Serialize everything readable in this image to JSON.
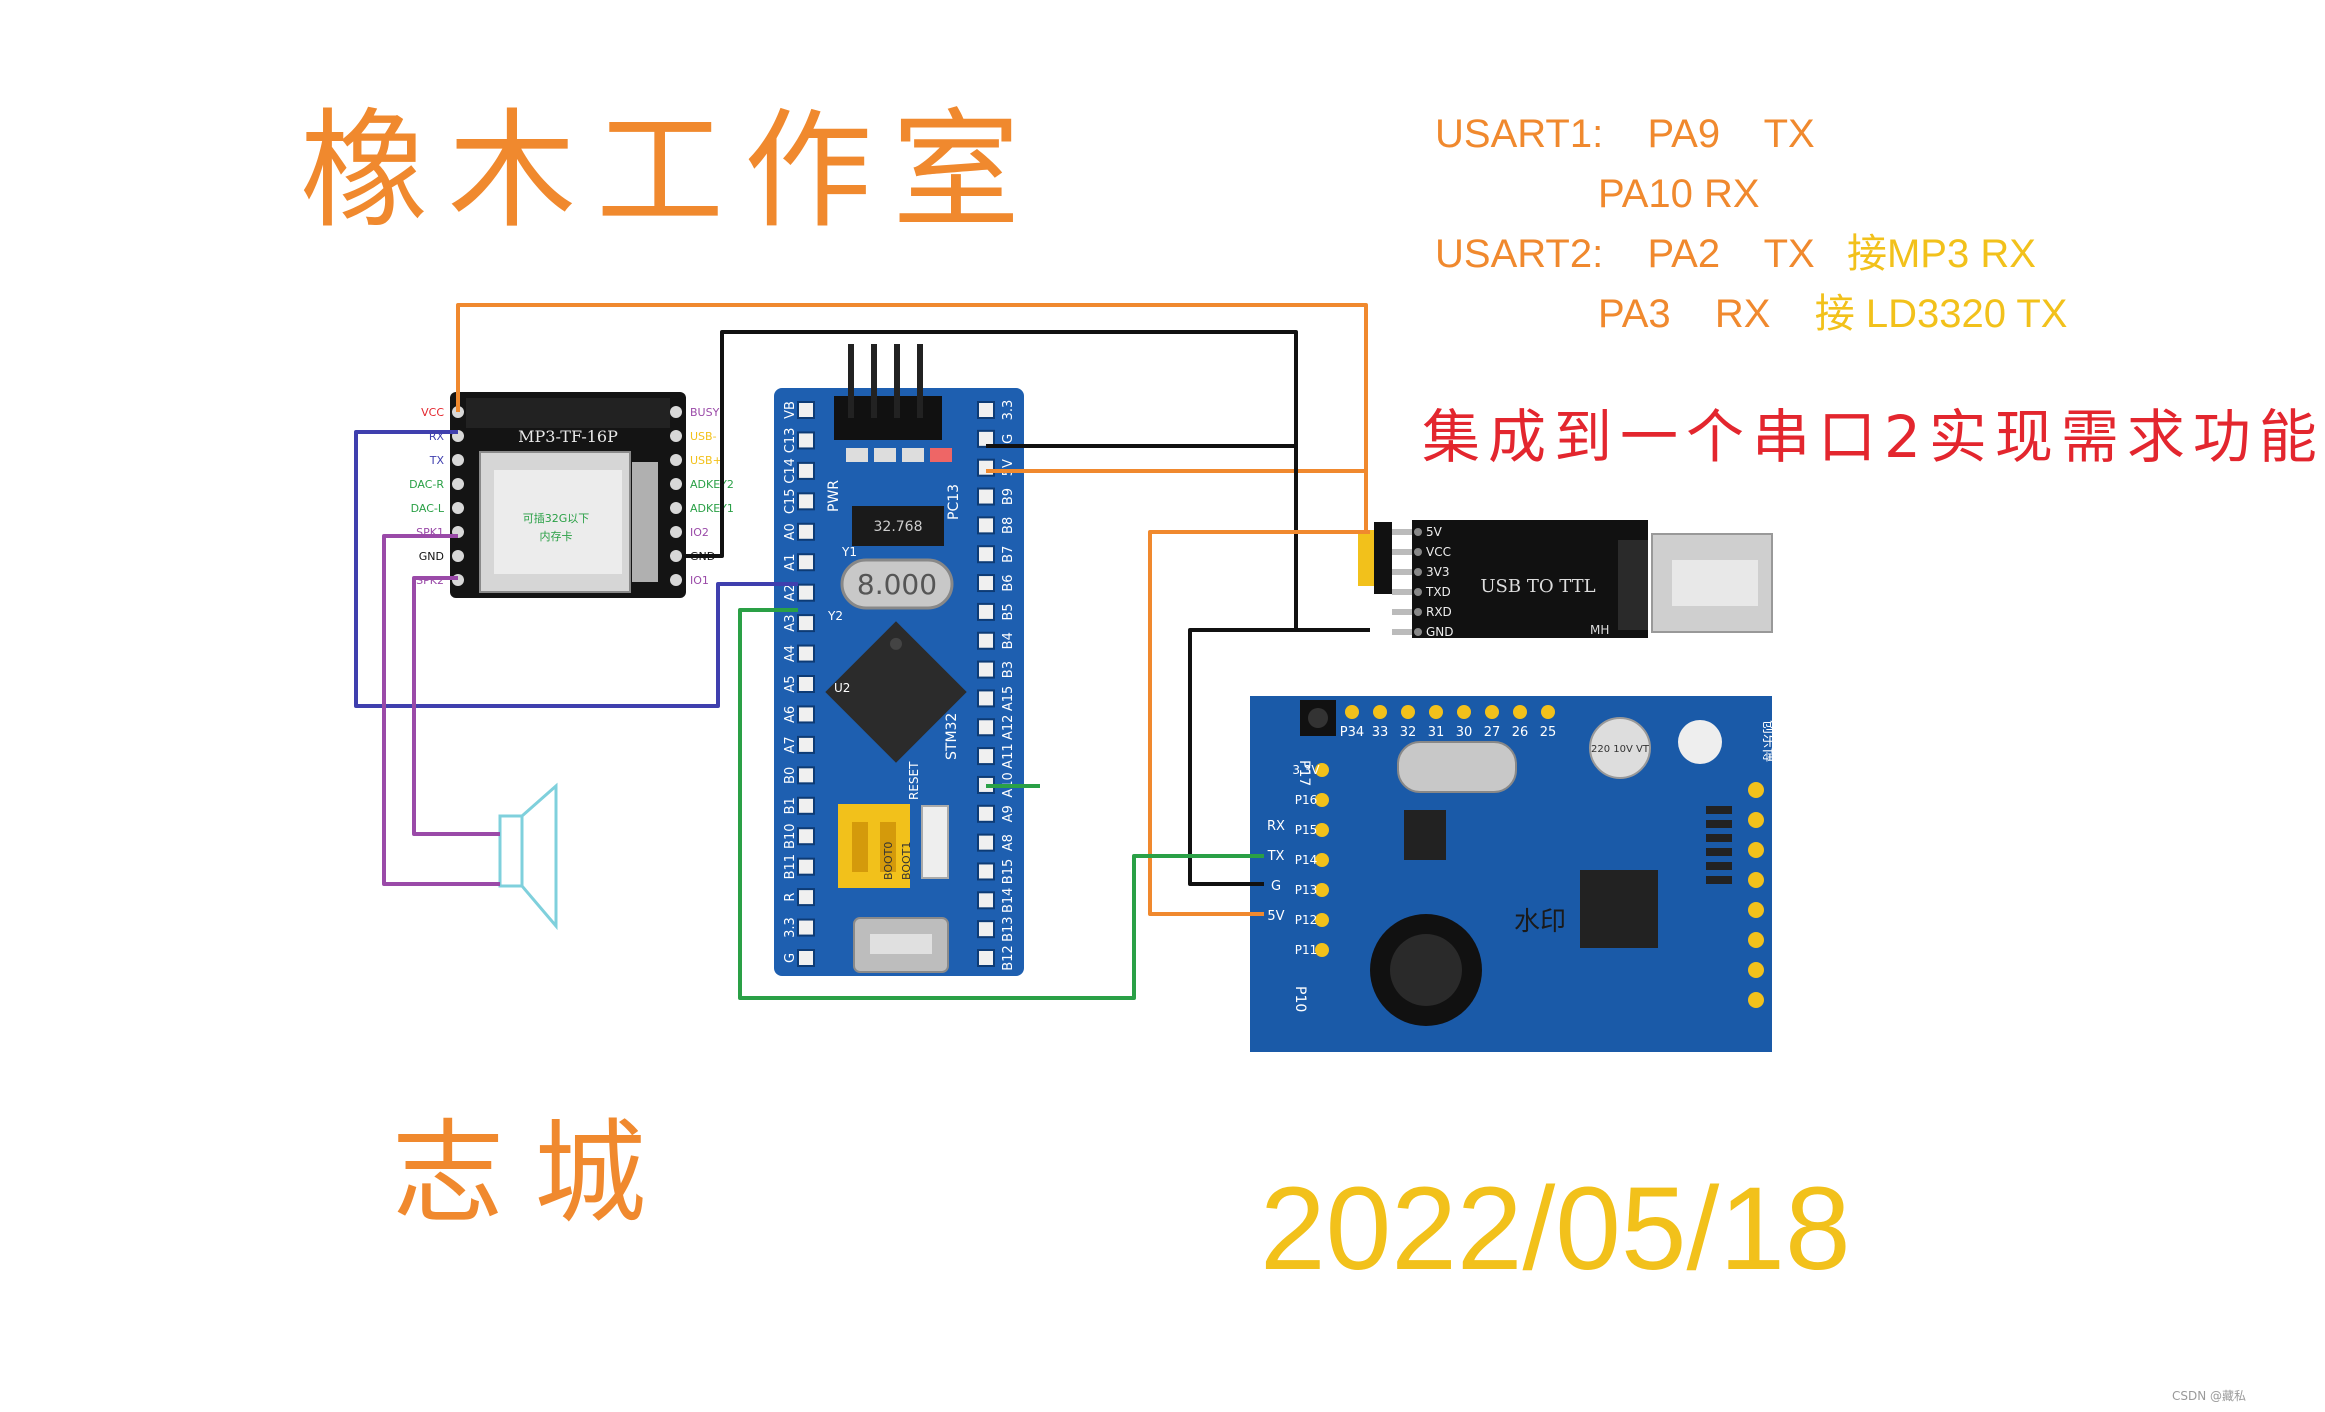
{
  "texts": {
    "studio": "橡木工作室",
    "author": "志城",
    "date": "2022/05/18",
    "serial_note": "集成到一个串口2实现需求功能",
    "watermark": "CSDN @藏私"
  },
  "usart": {
    "u1_name": "USART1:",
    "u1_tx_pin": "PA9",
    "u1_tx": "TX",
    "u1_rx_pin": "PA10",
    "u1_rx": "RX",
    "u2_name": "USART2:",
    "u2_tx_pin": "PA2",
    "u2_tx": "TX",
    "u2_tx_note": "接MP3 RX",
    "u2_rx_pin": "PA3",
    "u2_rx": "RX",
    "u2_rx_note": "接 LD3320 TX"
  },
  "mp3": {
    "title": "MP3-TF-16P",
    "card_text": "可插32G以下",
    "card_text2": "内存卡",
    "left_pins": [
      "VCC",
      "RX",
      "TX",
      "DAC-R",
      "DAC-L",
      "SPK1",
      "GND",
      "SPK2"
    ],
    "right_pins": [
      "BUSY",
      "USB-",
      "USB+",
      "ADKEY2",
      "ADKEY1",
      "IO2",
      "GND",
      "IO1"
    ]
  },
  "stm32": {
    "top_pins": [
      "VB",
      "C13",
      "C14",
      "C15",
      "A0",
      "A1",
      "A2",
      "A3",
      "A4",
      "A5",
      "A6",
      "A7",
      "B0",
      "B1",
      "B10",
      "B11",
      "R",
      "3.3",
      "G"
    ],
    "right_pins": [
      "3.3",
      "G",
      "5V",
      "B9",
      "B8",
      "B7",
      "B6",
      "B5",
      "B4",
      "B3",
      "A15",
      "A12",
      "A11",
      "A10",
      "A9",
      "A8",
      "B15",
      "B14",
      "B13",
      "B12"
    ],
    "crystal": "8.000",
    "chip_label": "STM32",
    "labels": [
      "PWR",
      "PC13",
      "Y1",
      "Y2",
      "U2",
      "RESET",
      "BOOT1",
      "BOOT0"
    ],
    "osc_text": "32.768"
  },
  "usb_ttl": {
    "pins": [
      "5V",
      "VCC",
      "3V3",
      "TXD",
      "RXD",
      "GND"
    ],
    "label": "USB TO TTL",
    "mark": "MH"
  },
  "ld3320": {
    "left_pins": [
      "3.3V",
      "P16",
      "P15",
      "P14",
      "P13",
      "P12",
      "P11"
    ],
    "pin_labels": [
      "RX",
      "TX",
      "G",
      "5V"
    ],
    "top_pins": [
      "P34",
      "33",
      "32",
      "31",
      "30",
      "27",
      "26",
      "25"
    ],
    "cap_text": "220 10V VT",
    "side_text": "创乐博",
    "wm_text": "水印",
    "p10": "P10",
    "p17": "P17"
  },
  "colors": {
    "orange": "#f0892e",
    "yellow": "#f2c11b",
    "red": "#e3262e",
    "black": "#111111",
    "blue": "#3f3fae",
    "purple": "#9a4aa8",
    "green": "#2aa046",
    "board_blue": "#1e5fb0",
    "speaker": "#7fd0dc"
  }
}
